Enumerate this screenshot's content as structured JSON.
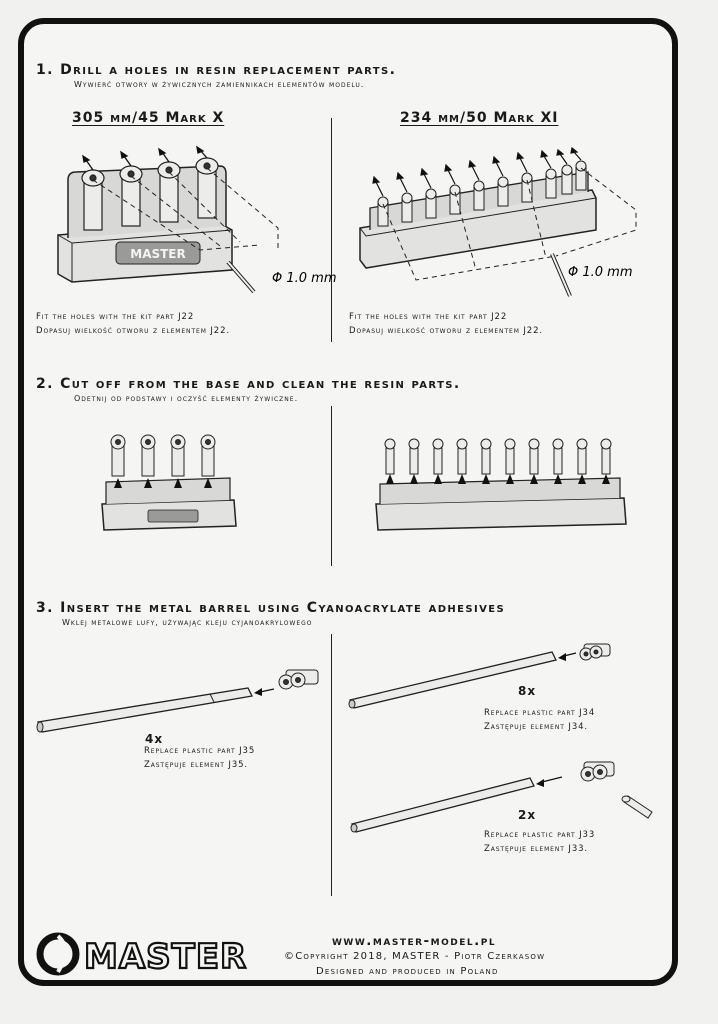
{
  "step1": {
    "title": "1. Drill a holes in resin replacement parts.",
    "subtitle": "Wywierć otwory w żywicznych zamiennikach elementów modelu.",
    "left": {
      "heading": "305 mm/45 Mark X",
      "drill_label": "Φ 1.0 mm",
      "note_en": "Fit the holes with the kit part J22",
      "note_pl": "Dopasuj wielkość otworu z elementem J22."
    },
    "right": {
      "heading": "234 mm/50 Mark XI",
      "drill_label": "Φ 1.0 mm",
      "note_en": "Fit the holes with the kit part J22",
      "note_pl": "Dopasuj wielkość otworu z elementem J22."
    },
    "base_logo": "MASTER"
  },
  "step2": {
    "title": "2. Cut off from the base and clean the resin parts.",
    "subtitle": "Odetnij od podstawy i oczyść elementy żywiczne."
  },
  "step3": {
    "title": "3. Insert the metal barrel using Cyanoacrylate adhesives",
    "subtitle": "Wklej metalowe lufy, używając kleju cyjanoakrylowego",
    "left": {
      "qty": "4x",
      "note_en": "Replace plastic part J35",
      "note_pl": "Zastępuje element J35."
    },
    "right_top": {
      "qty": "8x",
      "note_en": "Replace plastic part J34",
      "note_pl": "Zastępuje element J34."
    },
    "right_bottom": {
      "qty": "2x",
      "note_en": "Replace plastic part J33",
      "note_pl": "Zastępuje element J33."
    }
  },
  "footer": {
    "logo": "MASTER",
    "url": "www.master-model.pl",
    "copyright": "©Copyright 2018, MASTER - Piotr Czerkasow",
    "designed": "Designed and produced in Poland"
  }
}
